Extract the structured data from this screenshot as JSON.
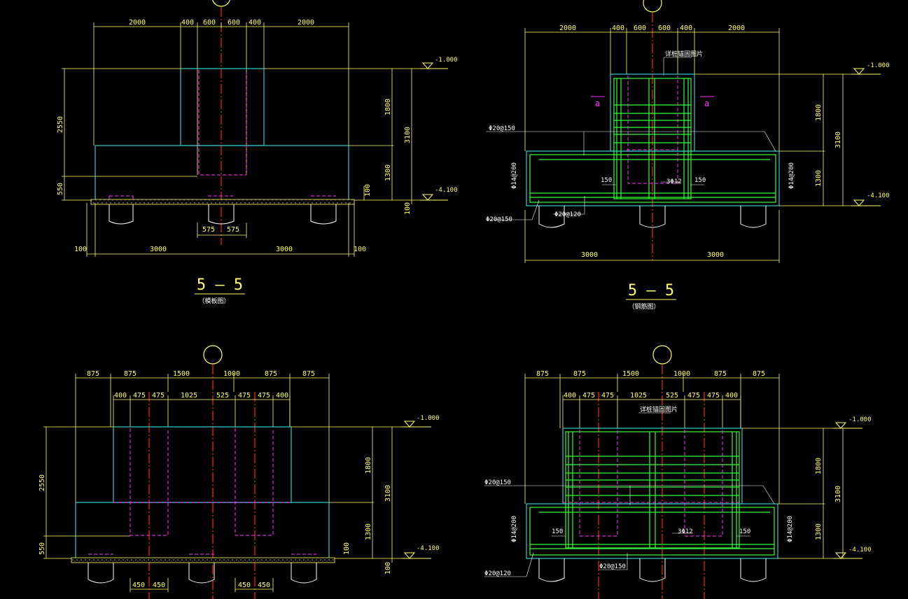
{
  "colors": {
    "background": "#000000",
    "dimension": "#ffff66",
    "outline": "#33cccc",
    "pile": "#ff33ff",
    "axis": "#ff2222",
    "rebar": "#33ff33",
    "text": "#ffffff"
  },
  "panel_a": {
    "top_dims": [
      "2000",
      "400",
      "600",
      "600",
      "400",
      "2000"
    ],
    "left_dims": [
      "2550",
      "550"
    ],
    "right_dims": [
      "1800",
      "3100",
      "1300",
      "100",
      "100"
    ],
    "level_top": "-1.000",
    "level_bottom": "-4.100",
    "pile_dims": [
      "575",
      "575"
    ],
    "bottom_dims": [
      "100",
      "3000",
      "3000",
      "100"
    ],
    "title": "5 — 5",
    "subtitle": "（模板图）"
  },
  "panel_b": {
    "top_dims": [
      "2000",
      "400",
      "600",
      "600",
      "400",
      "2000"
    ],
    "note": "详桩锚固图片",
    "section_marks": [
      "a",
      "a"
    ],
    "rebar_labels": [
      "Φ20@150",
      "Φ14@200",
      "Φ14@200",
      "150",
      "3Φ12",
      "150",
      "Φ20@150",
      "Φ20@120"
    ],
    "right_dims": [
      "1800",
      "3100",
      "1300"
    ],
    "level_top": "-1.000",
    "level_bottom": "-4.100",
    "bottom_dims": [
      "3000",
      "3000"
    ],
    "title": "5 — 5",
    "subtitle": "（钢筋图）"
  },
  "panel_c": {
    "top_dims": [
      "875",
      "875",
      "1500",
      "1000",
      "875",
      "875"
    ],
    "top_dims2": [
      "400",
      "475",
      "475",
      "1025",
      "525",
      "475",
      "475",
      "400"
    ],
    "left_dims": [
      "2550",
      "550"
    ],
    "right_dims": [
      "1800",
      "3100",
      "1300",
      "100",
      "100"
    ],
    "level_top": "-1.000",
    "level_bottom": "-4.100",
    "pile_dims": [
      "450",
      "450",
      "450",
      "450"
    ]
  },
  "panel_d": {
    "top_dims": [
      "875",
      "875",
      "1500",
      "1000",
      "875",
      "875"
    ],
    "top_dims2": [
      "400",
      "475",
      "475",
      "1025",
      "525",
      "475",
      "475",
      "400"
    ],
    "note": "详桩锚固图片",
    "rebar_labels": [
      "Φ20@150",
      "Φ14@200",
      "Φ14@200",
      "150",
      "3Φ12",
      "150",
      "Φ20@150",
      "Φ20@120"
    ],
    "right_dims": [
      "1800",
      "3100",
      "1300"
    ],
    "level_top": "-1.000",
    "level_bottom": "-4.100"
  }
}
